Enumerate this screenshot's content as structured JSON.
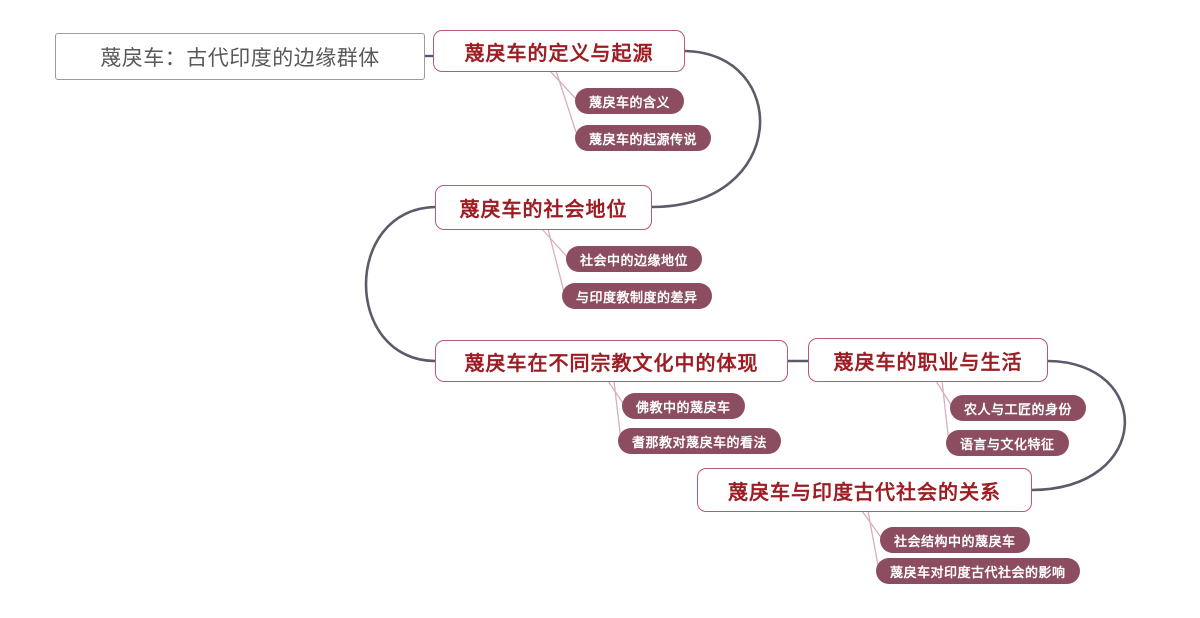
{
  "root": {
    "label": "蔑戾车：古代印度的边缘群体"
  },
  "branches": [
    {
      "label": "蔑戾车的定义与起源",
      "children": [
        "蔑戾车的含义",
        "蔑戾车的起源传说"
      ]
    },
    {
      "label": "蔑戾车的社会地位",
      "children": [
        "社会中的边缘地位",
        "与印度教制度的差异"
      ]
    },
    {
      "label": "蔑戾车在不同宗教文化中的体现",
      "children": [
        "佛教中的蔑戾车",
        "耆那教对蔑戾车的看法"
      ]
    },
    {
      "label": "蔑戾车的职业与生活",
      "children": [
        "农人与工匠的身份",
        "语言与文化特征"
      ]
    },
    {
      "label": "蔑戾车与印度古代社会的关系",
      "children": [
        "社会结构中的蔑戾车",
        "蔑戾车对印度古代社会的影响"
      ]
    }
  ],
  "colors": {
    "branch_title_text": "#9c1e24",
    "branch_border": "#b85a72",
    "pill_background": "#8c4d60",
    "pill_text": "#ffffff",
    "root_border": "#9c9ca0",
    "root_text": "#595959",
    "main_connector": "#5b5b6b",
    "sub_connector": "#d8adc0",
    "background": "#ffffff"
  }
}
